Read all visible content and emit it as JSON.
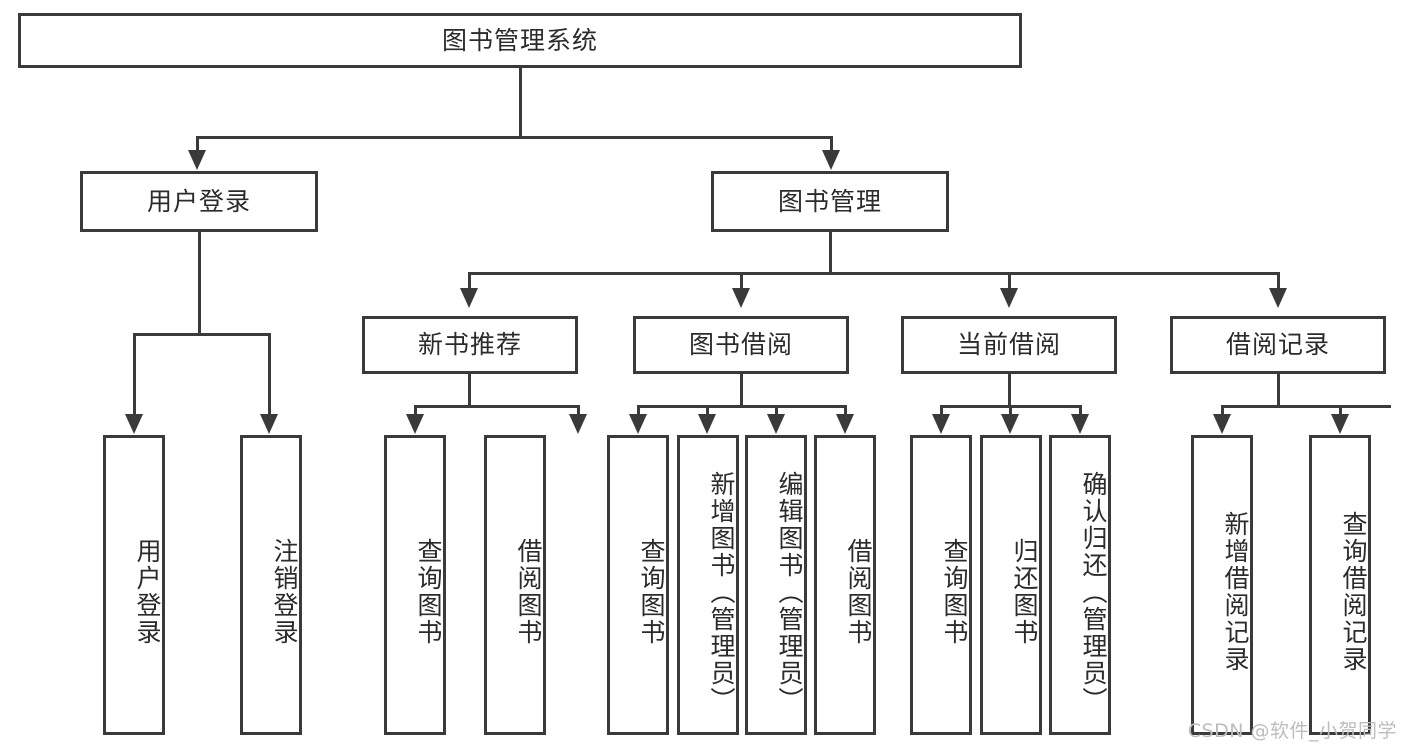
{
  "diagram": {
    "title": "图书管理系统",
    "type": "tree-hierarchy",
    "root": {
      "label": "图书管理系统"
    },
    "level2": [
      {
        "label": "用户登录"
      },
      {
        "label": "图书管理"
      }
    ],
    "level3": [
      {
        "label": "新书推荐"
      },
      {
        "label": "图书借阅"
      },
      {
        "label": "当前借阅"
      },
      {
        "label": "借阅记录"
      }
    ],
    "leaves": {
      "user_login": [
        {
          "label": "用户登录"
        },
        {
          "label": "注销登录"
        }
      ],
      "new_book_recommend": [
        {
          "label": "查询图书"
        },
        {
          "label": "借阅图书"
        }
      ],
      "book_borrow": [
        {
          "label": "查询图书"
        },
        {
          "label": "新增图书（管理员）"
        },
        {
          "label": "编辑图书（管理员）"
        },
        {
          "label": "借阅图书"
        }
      ],
      "current_borrow": [
        {
          "label": "查询图书"
        },
        {
          "label": "归还图书"
        },
        {
          "label": "确认归还（管理员）"
        }
      ],
      "borrow_record": [
        {
          "label": "新增借阅记录"
        },
        {
          "label": "查询借阅记录"
        }
      ]
    }
  },
  "watermark": {
    "text": "CSDN @软件_小贺同学"
  },
  "colors": {
    "stroke": "#3a3a3a",
    "text": "#2b2b2b",
    "background": "#ffffff",
    "watermark": "#bdbdbd"
  }
}
